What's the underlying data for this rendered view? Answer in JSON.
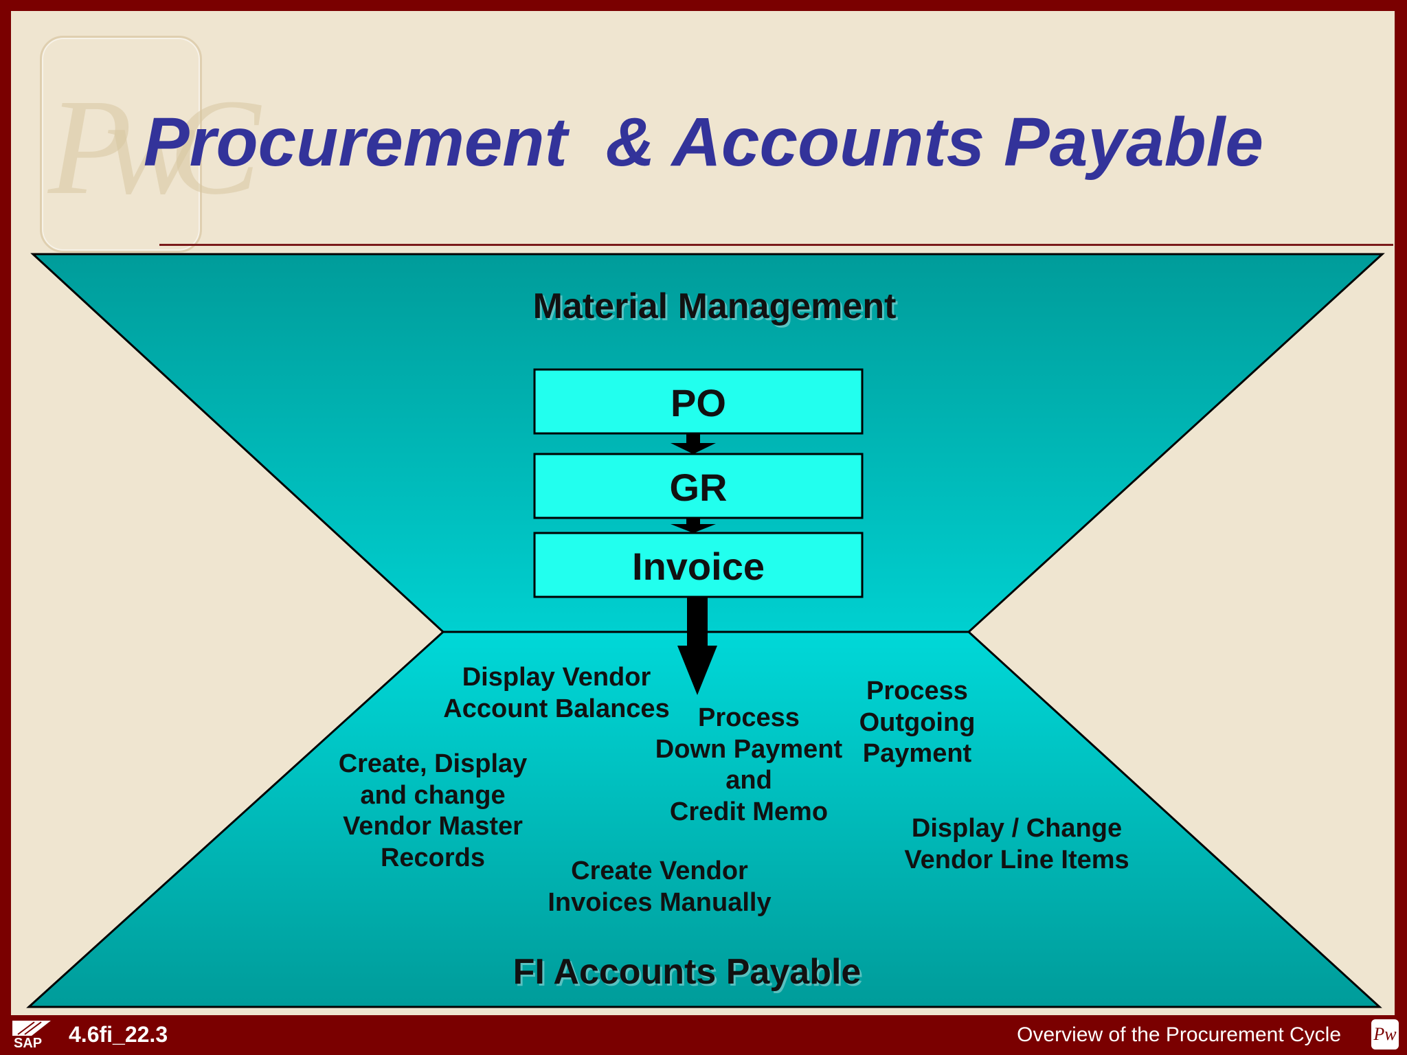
{
  "slide": {
    "title": "Procurement  & Accounts Payable",
    "watermark_logo": "PwC"
  },
  "diagram": {
    "top_section": "Material Management",
    "bottom_section": "FI Accounts Payable",
    "flow_boxes": [
      "PO",
      "GR",
      "Invoice"
    ],
    "tasks": {
      "display_balances": "Display Vendor\nAccount Balances",
      "process_down_payment": "Process\nDown Payment\nand\nCredit Memo",
      "process_outgoing": "Process\nOutgoing\nPayment",
      "create_display_change": "Create, Display\nand change\nVendor Master\nRecords",
      "create_invoices": "Create Vendor\nInvoices Manually",
      "display_change_items": "Display / Change\nVendor Line Items"
    },
    "colors": {
      "background": "#efe5d0",
      "border": "#7a0000",
      "title": "#33339a",
      "funnel": "#00bfbf",
      "box_fill": "#22ffee",
      "arrow": "#000000"
    }
  },
  "footer": {
    "code": "4.6fi_22.3",
    "brand": "SAP",
    "caption": "Overview of the Procurement Cycle",
    "corner_icon": "pwc-logo-icon"
  }
}
